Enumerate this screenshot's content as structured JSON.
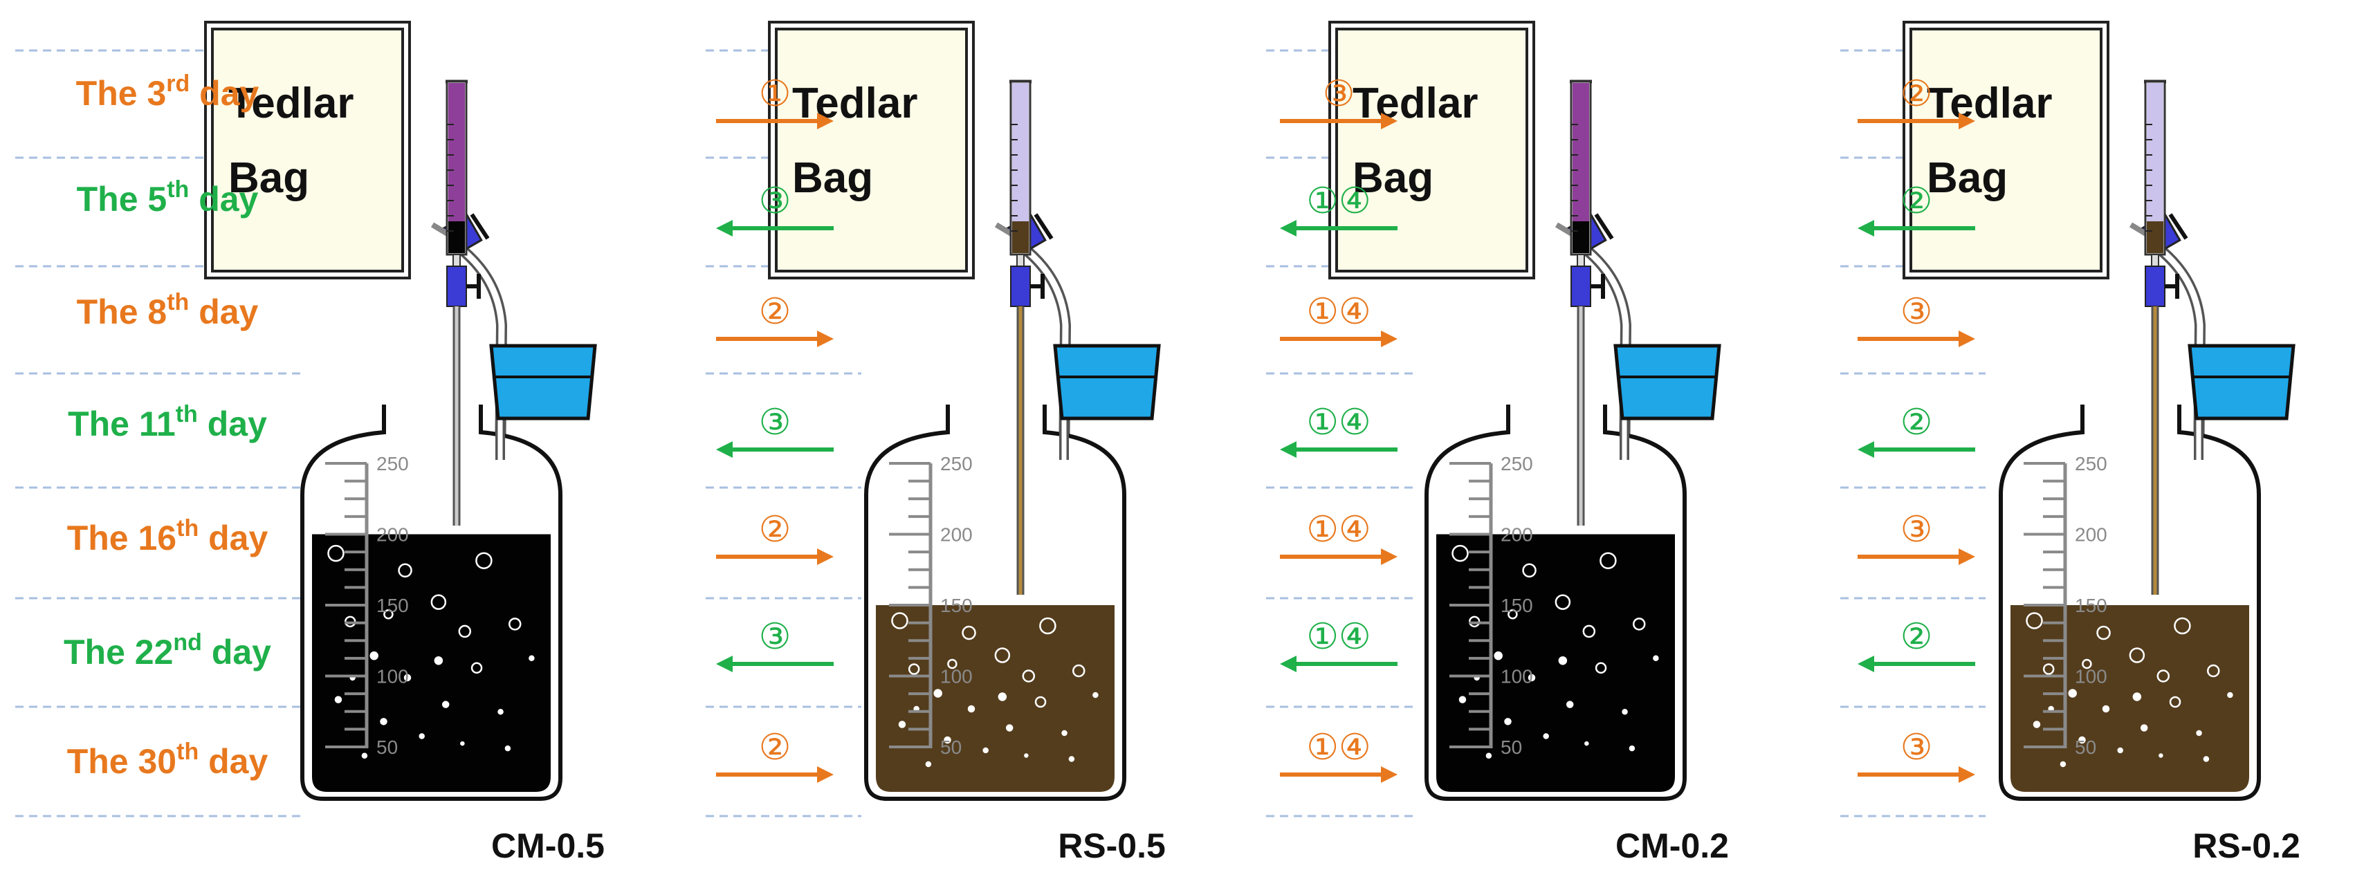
{
  "colors": {
    "orange": "#E8781E",
    "green": "#1FB04A",
    "dashed": "#A8BFE0",
    "bag_fill": "#FCFCE8",
    "cap": "#1FA7E8",
    "black_liquid": "#020202",
    "brown_liquid": "#543D1D",
    "valve": "#3B3BD6",
    "syringe_purple": "#8E3F99",
    "syringe_lavender": "#CBC3EB"
  },
  "days": [
    {
      "pre": "The 3",
      "sup": "rd",
      "post": " day",
      "color": "orange"
    },
    {
      "pre": "The 5",
      "sup": "th",
      "post": " day",
      "color": "green"
    },
    {
      "pre": "The 8",
      "sup": "th",
      "post": " day",
      "color": "orange"
    },
    {
      "pre": "The 11",
      "sup": "th",
      "post": " day",
      "color": "green"
    },
    {
      "pre": "The 16",
      "sup": "th",
      "post": " day",
      "color": "orange"
    },
    {
      "pre": "The 22",
      "sup": "nd",
      "post": " day",
      "color": "green"
    },
    {
      "pre": "The 30",
      "sup": "th",
      "post": " day",
      "color": "orange"
    }
  ],
  "bottles": [
    {
      "label": "CM-0.5",
      "liquid": "black",
      "level_ml": 200,
      "syringe": "purple"
    },
    {
      "label": "RS-0.5",
      "liquid": "brown",
      "level_ml": 150,
      "syringe": "lavender"
    },
    {
      "label": "CM-0.2",
      "liquid": "black",
      "level_ml": 200,
      "syringe": "purple"
    },
    {
      "label": "RS-0.2",
      "liquid": "brown",
      "level_ml": 150,
      "syringe": "lavender"
    }
  ],
  "tedlar_bag": {
    "line1": "Tedlar",
    "line2": "Bag"
  },
  "scale_ticks": [
    "250",
    "200",
    "150",
    "100",
    "50"
  ],
  "arrow_columns": [
    [
      {
        "text": "①",
        "dir": "right",
        "color": "orange"
      },
      {
        "text": "③",
        "dir": "left",
        "color": "green"
      },
      {
        "text": "②",
        "dir": "right",
        "color": "orange"
      },
      {
        "text": "③",
        "dir": "left",
        "color": "green"
      },
      {
        "text": "②",
        "dir": "right",
        "color": "orange"
      },
      {
        "text": "③",
        "dir": "left",
        "color": "green"
      },
      {
        "text": "②",
        "dir": "right",
        "color": "orange"
      }
    ],
    [
      {
        "text": "③",
        "dir": "right",
        "color": "orange"
      },
      {
        "text": "①④",
        "dir": "left",
        "color": "green"
      },
      {
        "text": "①④",
        "dir": "right",
        "color": "orange"
      },
      {
        "text": "①④",
        "dir": "left",
        "color": "green"
      },
      {
        "text": "①④",
        "dir": "right",
        "color": "orange"
      },
      {
        "text": "①④",
        "dir": "left",
        "color": "green"
      },
      {
        "text": "①④",
        "dir": "right",
        "color": "orange"
      }
    ],
    [
      {
        "text": "②",
        "dir": "right",
        "color": "orange"
      },
      {
        "text": "②",
        "dir": "left",
        "color": "green"
      },
      {
        "text": "③",
        "dir": "right",
        "color": "orange"
      },
      {
        "text": "②",
        "dir": "left",
        "color": "green"
      },
      {
        "text": "③",
        "dir": "right",
        "color": "orange"
      },
      {
        "text": "②",
        "dir": "left",
        "color": "green"
      },
      {
        "text": "③",
        "dir": "right",
        "color": "orange"
      }
    ]
  ]
}
